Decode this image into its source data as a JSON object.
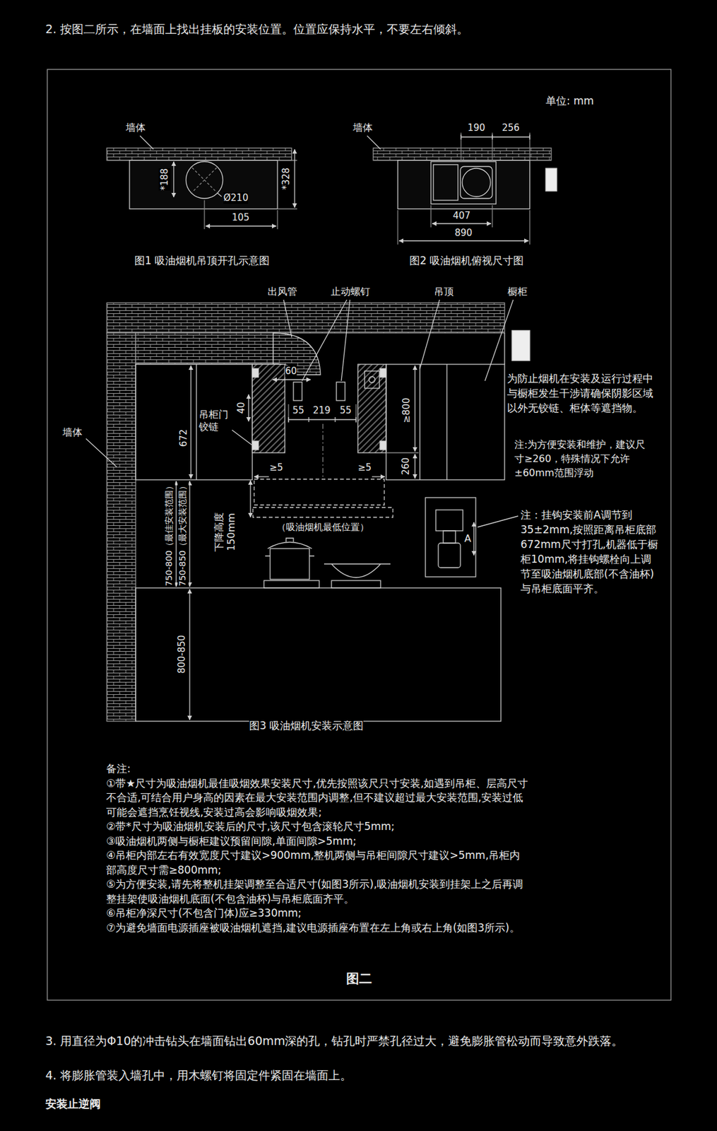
{
  "diagram": {
    "caption": "图二",
    "labels": [
      "2. 按图二所示，在墙面上找出挂板的安装位置。位置应保持水平，不要左右倾斜。",
      "单位: mm",
      "墙体",
      "*188",
      "Ø210",
      "*328",
      "105",
      "图1 吸油烟机吊顶开孔示意图",
      "墙体",
      "190",
      "256",
      "407",
      "890",
      "图2 吸油烟机俯视尺寸图",
      "出风管",
      "止动螺钉",
      "吊顶",
      "橱柜",
      "60",
      "40",
      "55",
      "219",
      "55",
      "吊柜门 铰链",
      "672",
      "墙体",
      "≥800",
      "为防止烟机在安装及运行过程中与橱柜发生干涉请确保阴影区域以外无铰链、柜体等遮挡物。",
      "注:为方便安装和维护，建议尺寸≥260，特殊情况下允许±60mm范围浮动",
      "≥5",
      "≥5",
      "260",
      "下降高度 150mm",
      "（吸油烟机最低位置）",
      "750-800（最佳安装范围）",
      "750-850（最大安装范围）",
      "注：挂钩安装前A调节到35±2mm,按照距离吊柜底部672mm尺寸打孔,机器低于橱柜10mm,将挂钩螺栓向上调节至吸油烟机底部(不含油杯)与吊柜底面平齐。",
      "A",
      "800-850",
      "图3 吸油烟机安装示意图",
      "备注:",
      "①带★尺寸为吸油烟机最佳吸烟效果安装尺寸,优先按照该尺只寸安装,如遇到吊柜、层高尺寸不合适,可结合用户身高的因素在最大安装范围内调整,但不建议超过最大安装范围,安装过低可能会遮挡烹饪视线,安装过高会影响吸烟效果;",
      "②带*尺寸为吸油烟机安装后的尺寸,该尺寸包含滚轮尺寸5mm;",
      "③吸油烟机两侧与橱柜建议预留间隙,单面间隙>5mm;",
      "④吊柜内部左右有效宽度尺寸建议>900mm,整机两侧与吊柜间隙尺寸建议>5mm,吊柜内部高度尺寸需≥800mm;",
      "⑤为方便安装,请先将整机挂架调整至合适尺寸(如图3所示),吸油烟机安装到挂架上之后再调整挂架使吸油烟机底面(不包含油杯)与吊柜底面齐平。",
      "⑥吊柜净深尺寸(不包含门体)应≥330mm;",
      "⑦为避免墙面电源插座被吸油烟机遮挡,建议电源插座布置在左上角或右上角(如图3所示)。",
      "3. 用直径为Φ10的冲击钻头在墙面钻出60mm深的孔，钻孔时严禁孔径过大，避免膨胀管松动而导致意外跌落。",
      "4. 将膨胀管装入墙孔中，用木螺钉将固定件紧固在墙面上。",
      "安装止逆阀"
    ]
  }
}
